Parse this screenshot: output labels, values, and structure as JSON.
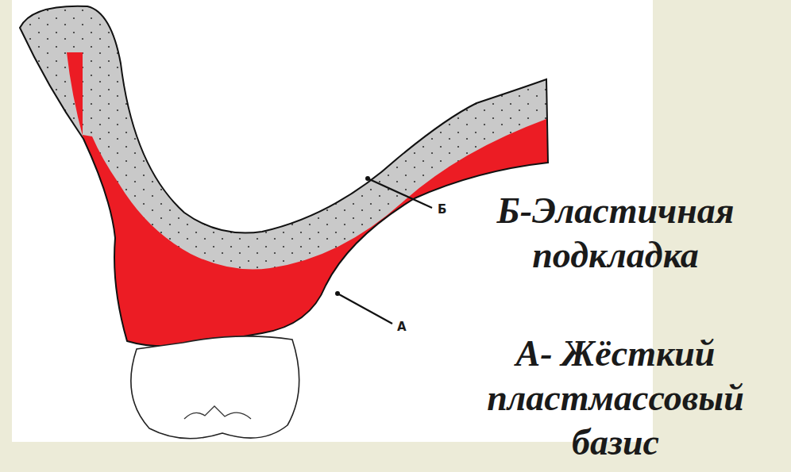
{
  "diagram": {
    "labels": [
      "Б",
      "Б-Эластичная подкладка",
      "А",
      "А- Жёсткий пластмассовый базис"
    ]
  }
}
